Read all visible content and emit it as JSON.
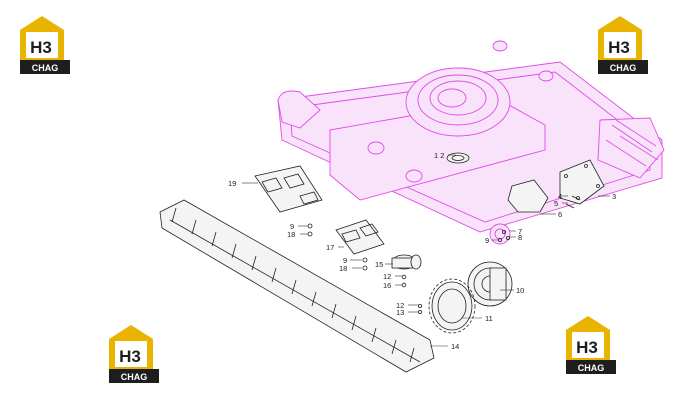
{
  "logo": {
    "top": "H3",
    "bottom": "CHAG"
  },
  "callouts": {
    "c1_2": "1 2",
    "c3": "3",
    "c4": "4",
    "c5": "5",
    "c6": "6",
    "c7": "7",
    "c8": "8",
    "c9a": "9",
    "c9b": "9",
    "c9c": "9",
    "c10": "10",
    "c11": "11",
    "c12a": "12",
    "c12b": "12",
    "c13": "13",
    "c14": "14",
    "c15": "15",
    "c16": "16",
    "c17": "17",
    "c18a": "18",
    "c18b": "18",
    "c19": "19"
  },
  "colors": {
    "frame": "#e04ce8",
    "parts": "#222222",
    "logo_gold": "#e8b400",
    "logo_dark": "#1e1e1e"
  }
}
